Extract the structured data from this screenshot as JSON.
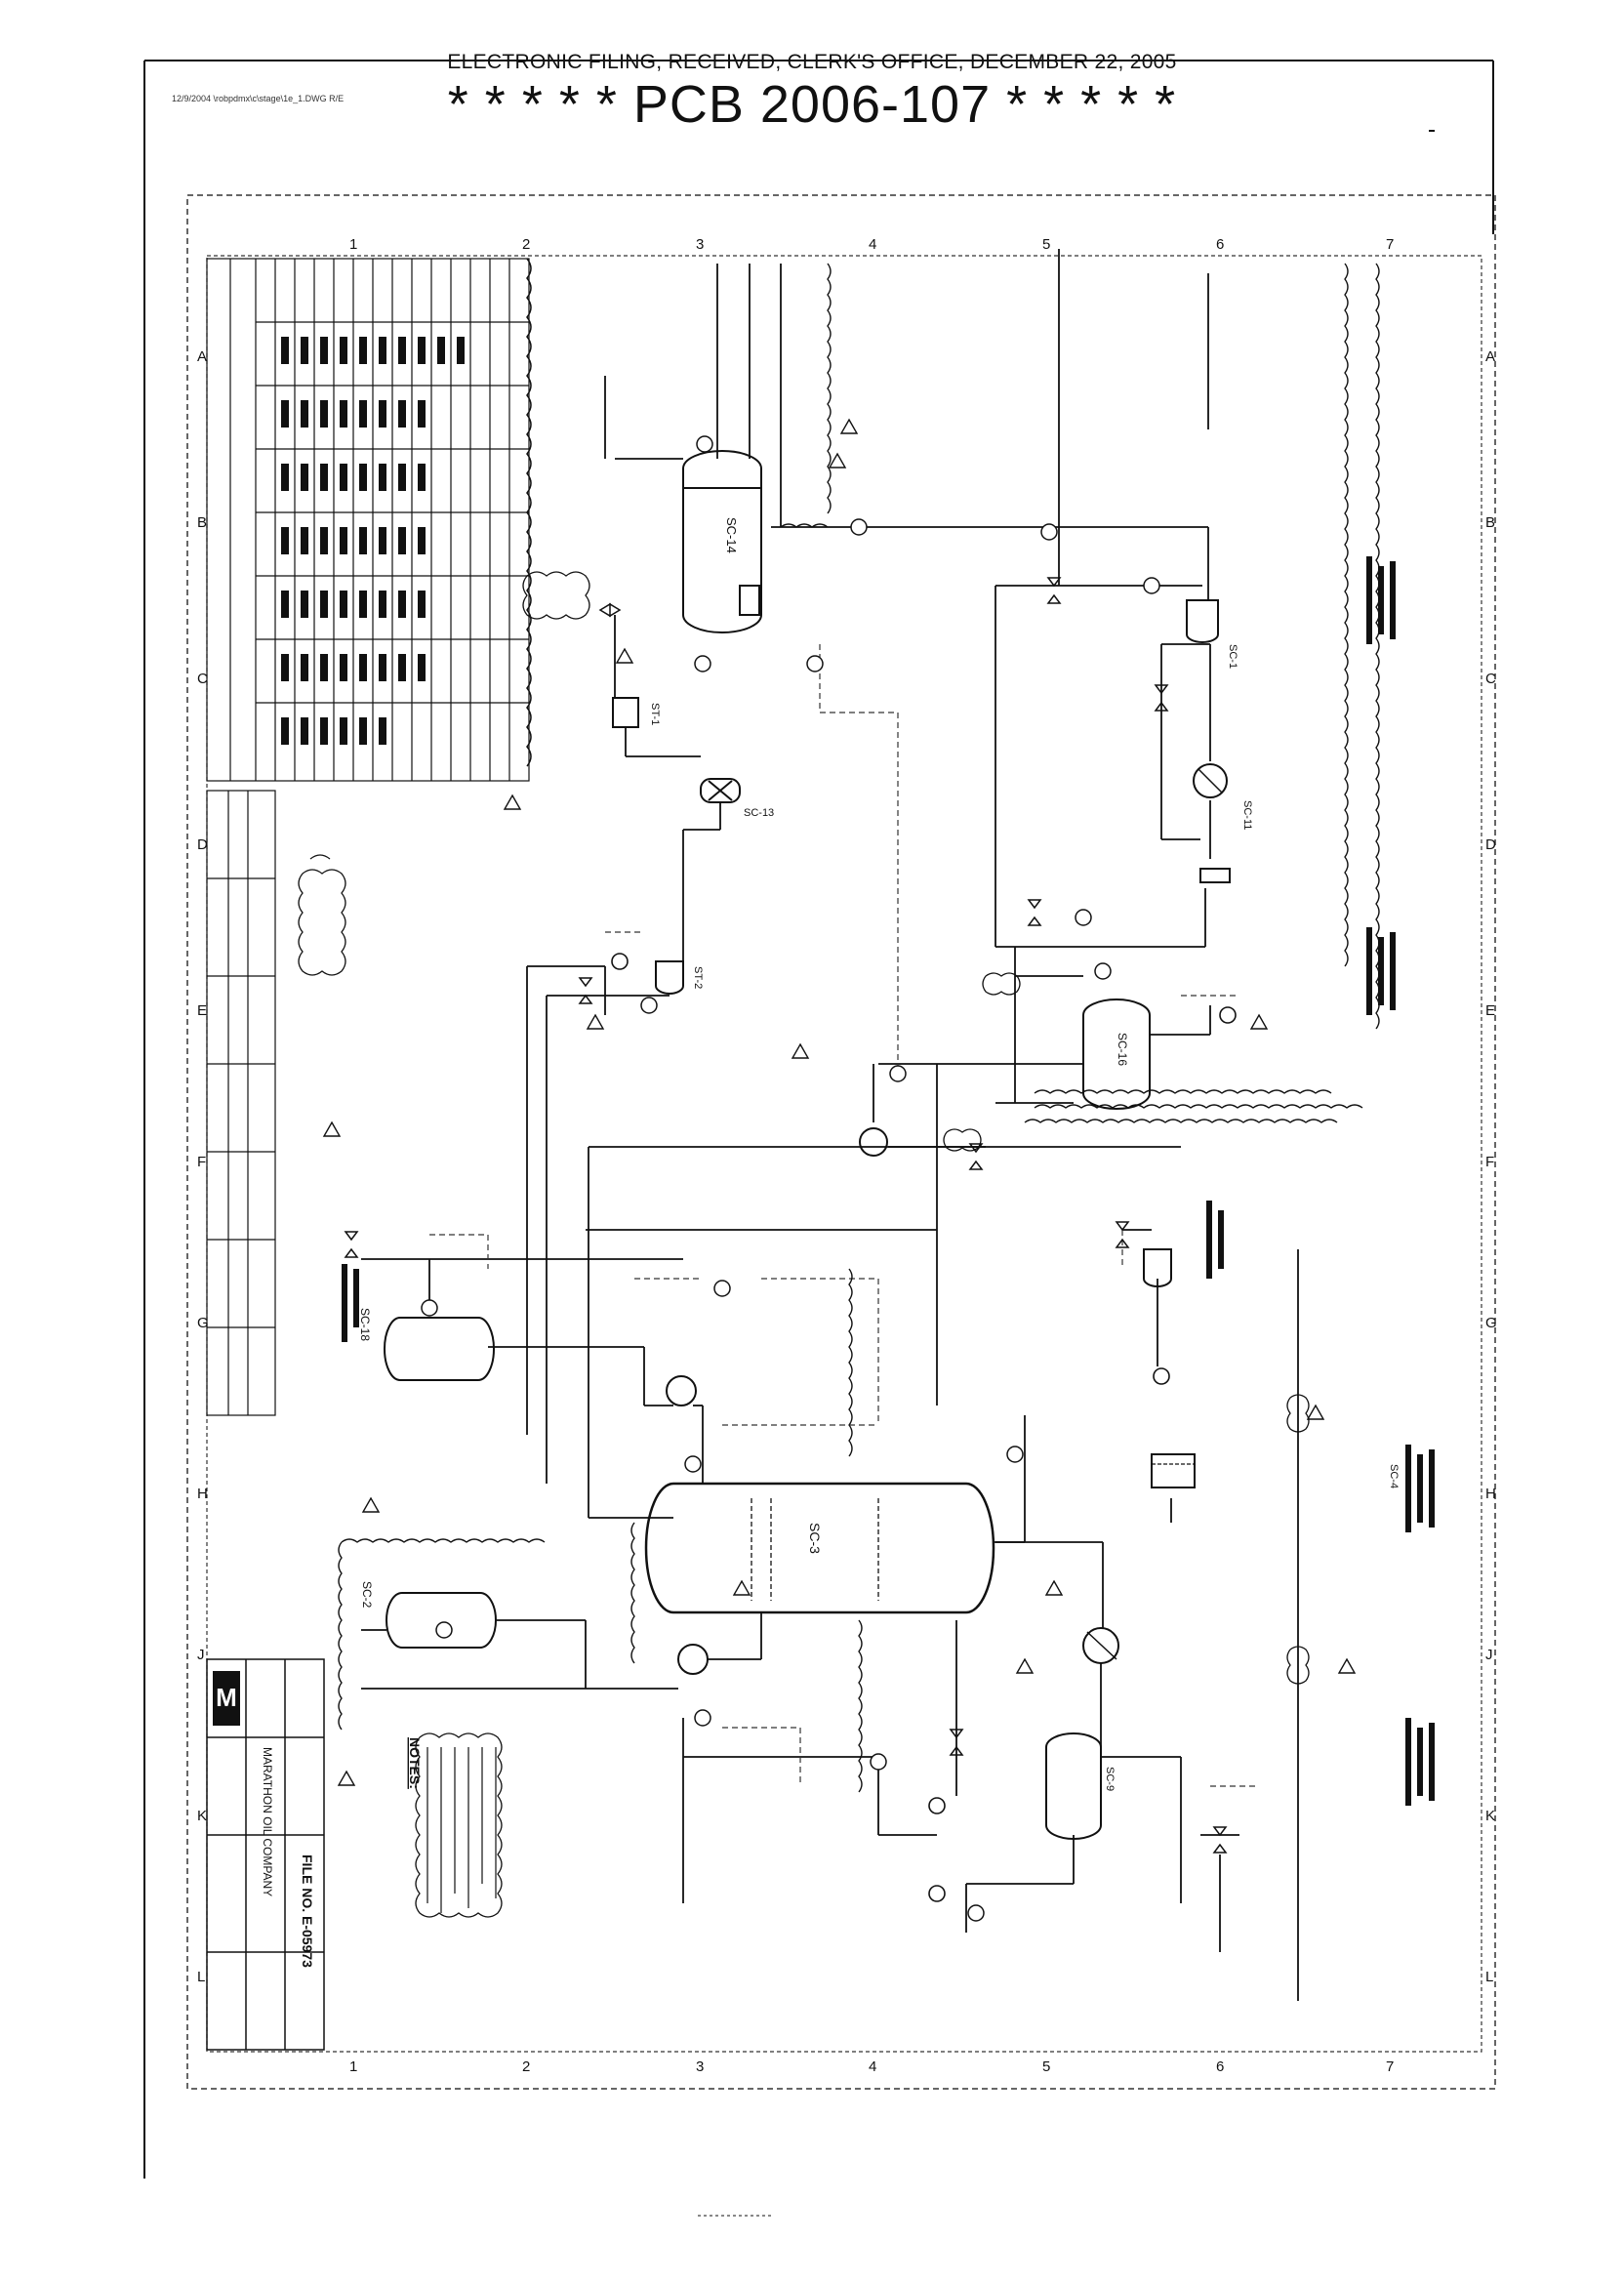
{
  "header": {
    "filing_line": "ELECTRONIC FILING, RECEIVED, CLERK'S OFFICE, DECEMBER 22, 2005",
    "case_line": "* * * * * PCB 2006-107 * * * * *",
    "scan_path": "12/9/2004 \\robpdmx\\c\\stage\\1e_1.DWG R/E"
  },
  "grid": {
    "columns": [
      "1",
      "2",
      "3",
      "4",
      "5",
      "6",
      "7"
    ],
    "rows": [
      "A",
      "B",
      "C",
      "D",
      "E",
      "F",
      "G",
      "H",
      "J",
      "K",
      "L"
    ]
  },
  "equipment": [
    {
      "tag": "SC-14"
    },
    {
      "tag": "SC-13"
    },
    {
      "tag": "SC-1"
    },
    {
      "tag": "SC-18"
    },
    {
      "tag": "SC-16"
    },
    {
      "tag": "SC-3"
    },
    {
      "tag": "SC-4"
    },
    {
      "tag": "SC-11"
    },
    {
      "tag": "SC-9"
    },
    {
      "tag": "SC-2"
    },
    {
      "tag": "ST-1"
    },
    {
      "tag": "ST-2"
    }
  ],
  "title_block": {
    "company": "MARATHON OIL COMPANY",
    "drawing_no": "FILE NO. E-05973",
    "logo": "M"
  },
  "notes_label": "NOTES:",
  "colors": {
    "ink": "#111111",
    "paper": "#ffffff",
    "dashed": "#333333"
  }
}
